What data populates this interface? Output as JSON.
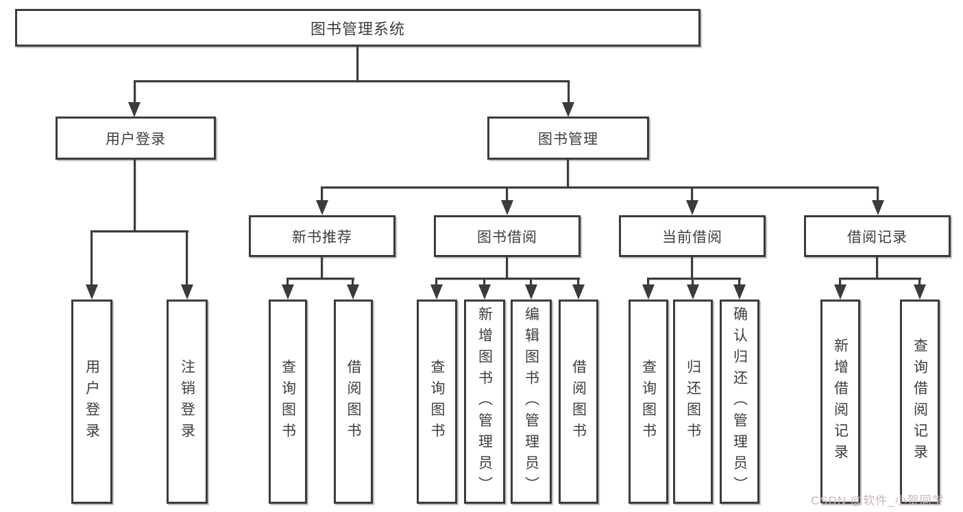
{
  "diagram": {
    "title": "图书管理系统",
    "tree": {
      "label": "图书管理系统",
      "children": [
        {
          "label": "用户登录",
          "children": [
            {
              "label": "用户登录"
            },
            {
              "label": "注销登录"
            }
          ]
        },
        {
          "label": "图书管理",
          "children": [
            {
              "label": "新书推荐",
              "children": [
                {
                  "label": "查询图书"
                },
                {
                  "label": "借阅图书"
                }
              ]
            },
            {
              "label": "图书借阅",
              "children": [
                {
                  "label": "查询图书"
                },
                {
                  "label": "新增图书（管理员）"
                },
                {
                  "label": "编辑图书（管理员）"
                },
                {
                  "label": "借阅图书"
                }
              ]
            },
            {
              "label": "当前借阅",
              "children": [
                {
                  "label": "查询图书"
                },
                {
                  "label": "归还图书"
                },
                {
                  "label": "确认归还（管理员）"
                }
              ]
            },
            {
              "label": "借阅记录",
              "children": [
                {
                  "label": "新增借阅记录"
                },
                {
                  "label": "查询借阅记录"
                }
              ]
            }
          ]
        }
      ]
    }
  },
  "watermark": {
    "text": "CSDN @软件_小贺同学",
    "color": "#c9b6b6"
  },
  "colors": {
    "line": "#3b3b3b",
    "text": "#3d3d3d",
    "box_fill": "#ffffff",
    "background": "#ffffff"
  }
}
